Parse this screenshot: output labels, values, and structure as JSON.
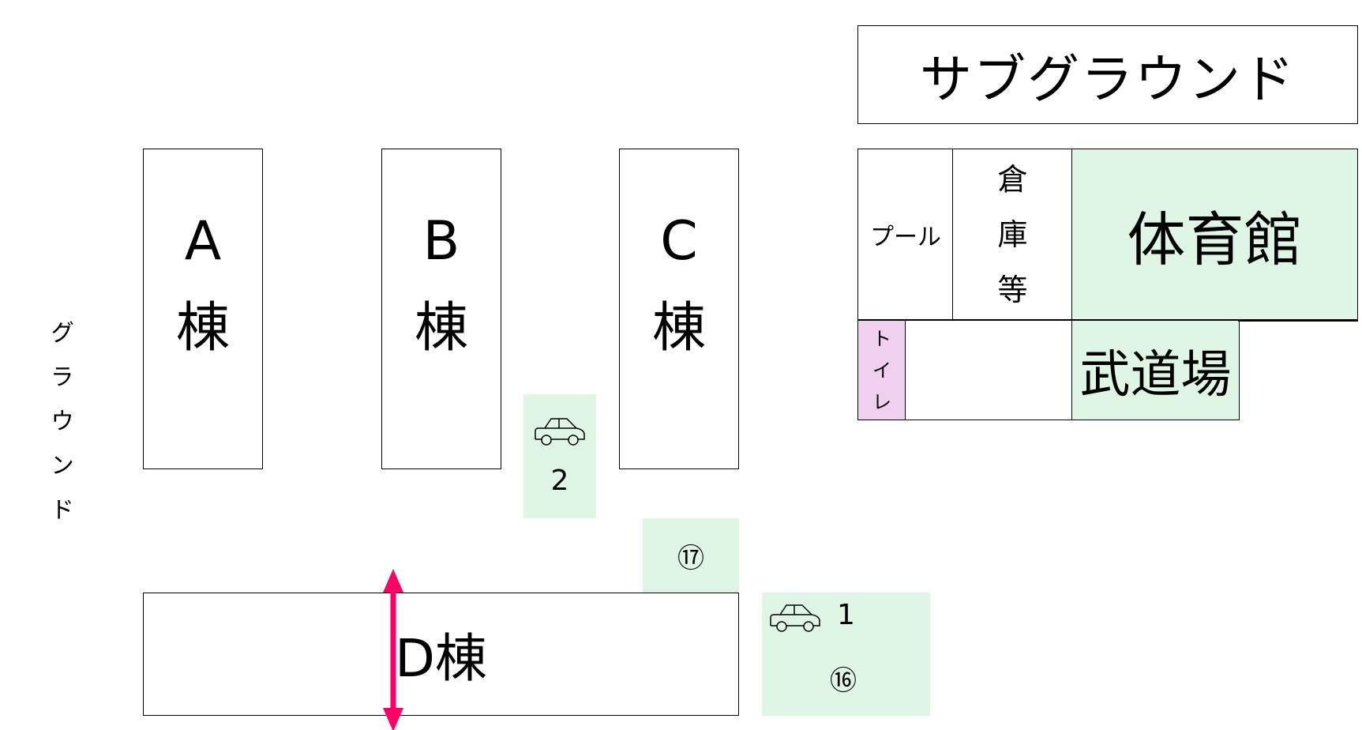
{
  "sub_ground": "サブグラウンド",
  "ground": "グラウンド",
  "buildings": {
    "a": {
      "letter": "A",
      "suffix": "棟"
    },
    "b": {
      "letter": "B",
      "suffix": "棟"
    },
    "c": {
      "letter": "C",
      "suffix": "棟"
    },
    "d": {
      "label": "D棟"
    }
  },
  "facilities": {
    "pool": "プール",
    "storage": [
      "倉",
      "庫",
      "等"
    ],
    "gym": "体育館",
    "toilet": [
      "ト",
      "イ",
      "レ"
    ],
    "budojo": "武道場"
  },
  "parking": {
    "p2": {
      "icon": "car-icon",
      "number": "2"
    },
    "p17": {
      "label": "⑰"
    },
    "p1": {
      "icon": "car-icon",
      "number": "1",
      "label": "⑯"
    }
  },
  "colors": {
    "green": "#e0f6e4",
    "pink": "#f0d0ef",
    "arrow": "#ff0066"
  }
}
